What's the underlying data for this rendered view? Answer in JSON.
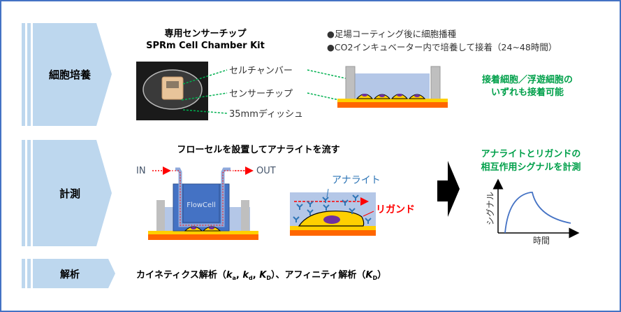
{
  "colors": {
    "chevron": "#bdd7ee",
    "accent_green": "#00a04a",
    "frame": "#4472c4",
    "analyte": "#2e75b6",
    "ligand": "#ff0000"
  },
  "steps": [
    {
      "label": "細胞培養"
    },
    {
      "label": "計測"
    },
    {
      "label": "解析"
    }
  ],
  "culture": {
    "kit_title": "専用センサーチップ",
    "kit_subtitle": "SPRm Cell Chamber Kit",
    "callouts": [
      "セルチャンバー",
      "センサーチップ",
      "35mmディッシュ"
    ],
    "bullets": [
      "●足場コーティング後に細胞播種",
      "●CO2インキュベーター内で培養して接着（24~48時間）"
    ],
    "note_line1": "接着細胞／浮遊細胞の",
    "note_line2": "いずれも接着可能"
  },
  "measure": {
    "title": "フローセルを設置してアナライトを流す",
    "in_label": "IN",
    "out_label": "OUT",
    "flowcell_label": "FlowCell",
    "analyte_label": "アナライト",
    "ligand_label": "リガンド",
    "result_line1": "アナライトとリガンドの",
    "result_line2": "相互作用シグナルを計測",
    "graph_ylabel": "シグナル",
    "graph_xlabel": "時間"
  },
  "analysis": {
    "prefix": "カイネティクス解析（",
    "k": "k",
    "a": "a",
    "d": "d",
    "K": "K",
    "D": "D",
    "mid": "）、アフィニティ解析（",
    "end": "）",
    "sep": ", "
  }
}
